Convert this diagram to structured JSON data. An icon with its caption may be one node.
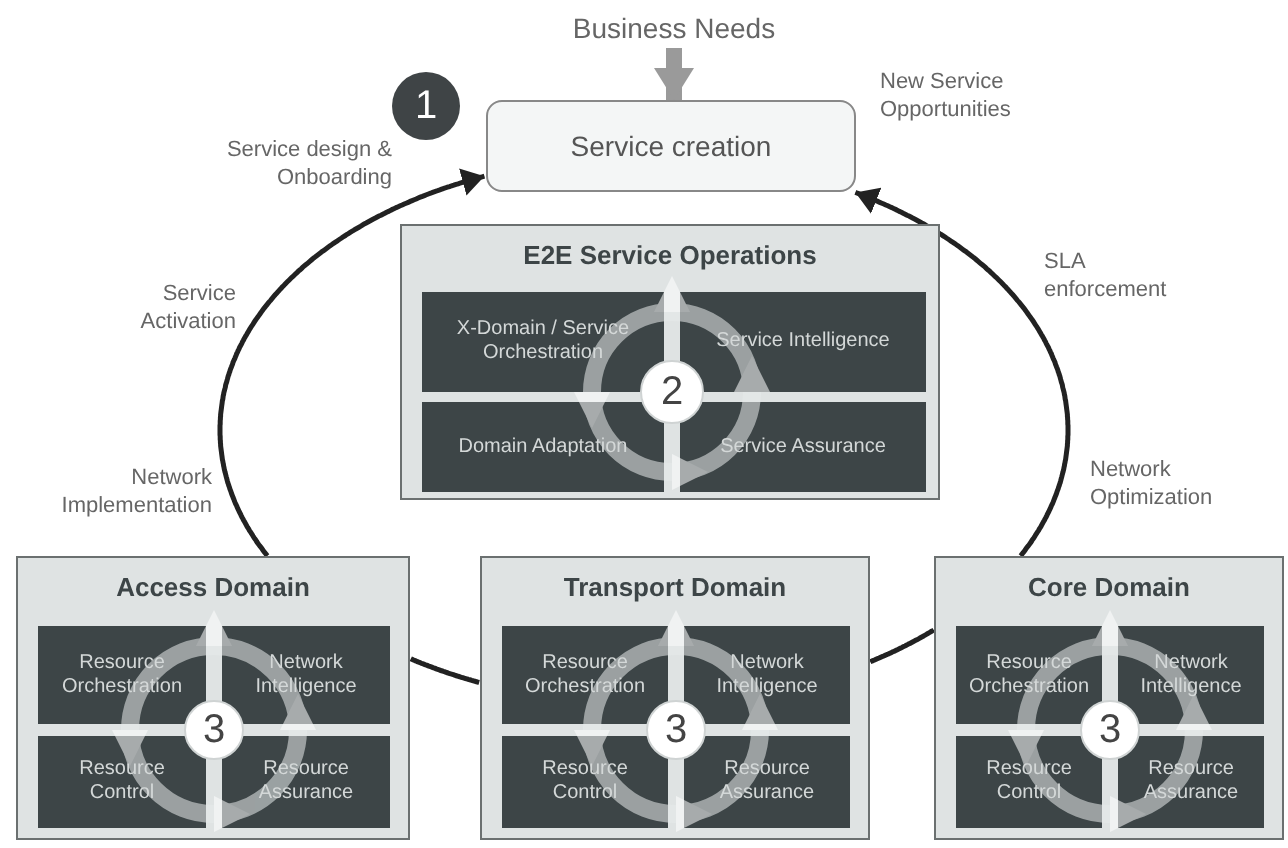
{
  "diagram": {
    "nodes": [
      {
        "text": [
          "Business Needs"
        ]
      },
      {
        "text": [
          "1"
        ]
      },
      {
        "text": [
          "Service creation"
        ]
      },
      {
        "text": [
          "E2E Service Operations"
        ]
      },
      {
        "text": [
          "X-Domain / Service Orchestration"
        ],
        "in": 3
      },
      {
        "text": [
          "Service Intelligence"
        ],
        "in": 3
      },
      {
        "text": [
          "Domain Adaptation"
        ],
        "in": 3
      },
      {
        "text": [
          "Service Assurance"
        ],
        "in": 3
      },
      {
        "text": [
          "2"
        ],
        "in": 3
      },
      {
        "text": [
          "Access Domain"
        ]
      },
      {
        "text": [
          "Resource Orchestration"
        ],
        "in": 9
      },
      {
        "text": [
          "Network Intelligence"
        ],
        "in": 9
      },
      {
        "text": [
          "Resource Control"
        ],
        "in": 9
      },
      {
        "text": [
          "Resource Assurance"
        ],
        "in": 9
      },
      {
        "text": [
          "3"
        ],
        "in": 9
      },
      {
        "text": [
          "Transport Domain"
        ]
      },
      {
        "text": [
          "Resource Orchestration"
        ],
        "in": 15
      },
      {
        "text": [
          "Network Intelligence"
        ],
        "in": 15
      },
      {
        "text": [
          "Resource Control"
        ],
        "in": 15
      },
      {
        "text": [
          "Resource Assurance"
        ],
        "in": 15
      },
      {
        "text": [
          "3"
        ],
        "in": 15
      },
      {
        "text": [
          "Core Domain"
        ]
      },
      {
        "text": [
          "Resource Orchestration"
        ],
        "in": 21
      },
      {
        "text": [
          "Network Intelligence"
        ],
        "in": 21
      },
      {
        "text": [
          "Resource Control"
        ],
        "in": 21
      },
      {
        "text": [
          "Resource Assurance"
        ],
        "in": 21
      },
      {
        "text": [
          "3"
        ],
        "in": 21
      }
    ],
    "edges": [
      {
        "from": 0,
        "to": 2,
        "arrow": "to",
        "style": "thick",
        "color": "#9a9a9a"
      },
      {
        "from": 9,
        "to": 2,
        "arrow": "to"
      },
      {
        "from": 21,
        "to": 2,
        "arrow": "to"
      },
      {
        "from": 9,
        "to": 15,
        "arrow": "none"
      },
      {
        "from": 15,
        "to": 21,
        "arrow": "none"
      }
    ],
    "labels": [
      "New Service Opportunities",
      "Service design & Onboarding",
      "SLA enforcement",
      "Service Activation",
      "Network Optimization",
      "Network Implementation"
    ]
  }
}
